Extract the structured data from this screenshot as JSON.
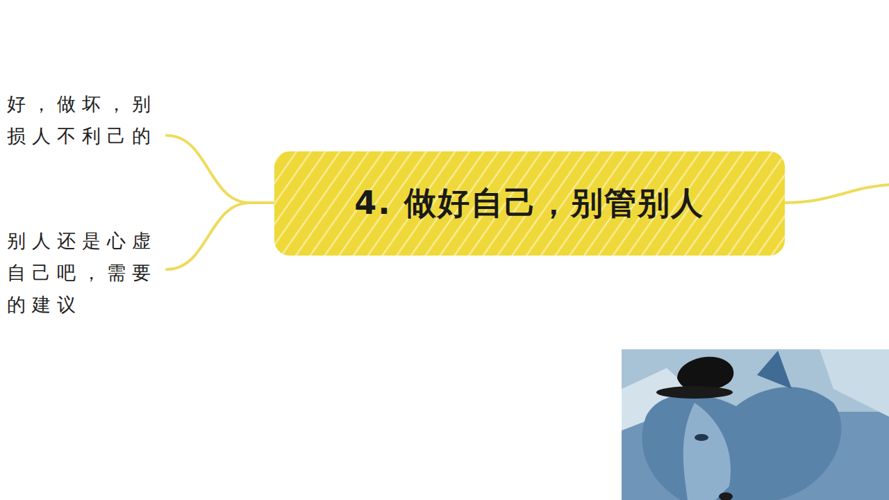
{
  "diagram": {
    "nodes": [
      {
        "text": [
          "4. 做好自己，别管别人"
        ]
      }
    ],
    "labels": [
      "好，做坏，别 损人不利己的",
      "别人还是心虚 自己吧，需要 的建议"
    ]
  }
}
